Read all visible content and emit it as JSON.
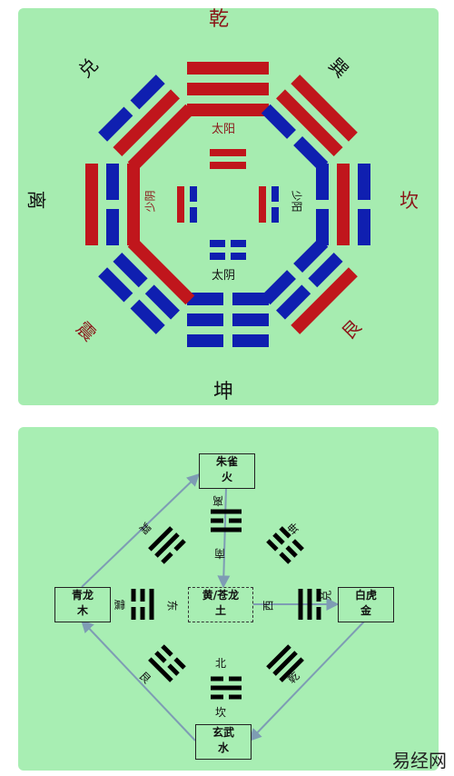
{
  "top": {
    "trigrams": {
      "qian": "乾",
      "xun": "巽",
      "kan": "坎",
      "gen": "艮",
      "kun": "坤",
      "zhen": "震",
      "li": "离",
      "dui": "兑"
    },
    "center": {
      "taiyang": "太阳",
      "taiyin": "太阴",
      "shaoyin": "少阴",
      "shaoyang": "少阳"
    }
  },
  "bottom": {
    "boxes": {
      "top": [
        "朱雀",
        "火"
      ],
      "left": [
        "青龙",
        "木"
      ],
      "center": [
        "黄/苍龙",
        "土"
      ],
      "right": [
        "白虎",
        "金"
      ],
      "bottom": [
        "玄武",
        "水"
      ]
    },
    "labels": {
      "li": "离",
      "nan": "南",
      "xun": "巽",
      "kun": "坤",
      "zhen": "震",
      "dong": "东",
      "dui": "兑",
      "xi": "西",
      "gen": "艮",
      "qian": "乾",
      "bei": "北",
      "kan": "坎"
    }
  },
  "watermark": "易经网",
  "colors": {
    "red": "#c0161c",
    "blue": "#0f1fb0",
    "panel": "#a6ecb0",
    "arrow": "#7e9cb4"
  }
}
